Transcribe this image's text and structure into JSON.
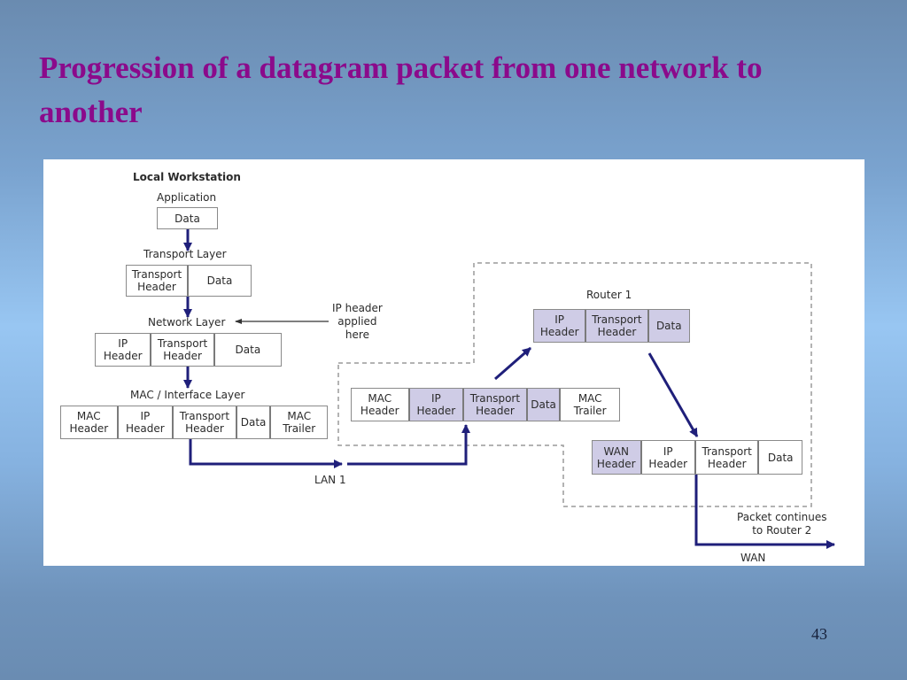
{
  "slide": {
    "title": "Progression of a datagram packet from one network to another",
    "page_number": "43"
  },
  "diagram": {
    "workstation_title": "Local Workstation",
    "colors": {
      "arrow": "#1f1f7a",
      "shaded_cell": "#cfcce6",
      "title": "#8b0a8b"
    },
    "layers": {
      "application": {
        "label": "Application",
        "cells": [
          {
            "text": "Data",
            "shaded": false
          }
        ]
      },
      "transport": {
        "label": "Transport Layer",
        "cells": [
          {
            "text": "Transport\nHeader",
            "shaded": false
          },
          {
            "text": "Data",
            "shaded": false
          }
        ]
      },
      "network": {
        "label": "Network Layer",
        "cells": [
          {
            "text": "IP\nHeader",
            "shaded": false
          },
          {
            "text": "Transport\nHeader",
            "shaded": false
          },
          {
            "text": "Data",
            "shaded": false
          }
        ]
      },
      "mac": {
        "label": "MAC / Interface Layer",
        "cells": [
          {
            "text": "MAC\nHeader",
            "shaded": false
          },
          {
            "text": "IP\nHeader",
            "shaded": false
          },
          {
            "text": "Transport\nHeader",
            "shaded": false
          },
          {
            "text": "Data",
            "shaded": false
          },
          {
            "text": "MAC\nTrailer",
            "shaded": false
          }
        ]
      }
    },
    "annotation": "IP header\napplied\nhere",
    "router_entry": {
      "cells": [
        {
          "text": "MAC\nHeader",
          "shaded": false
        },
        {
          "text": "IP\nHeader",
          "shaded": true
        },
        {
          "text": "Transport\nHeader",
          "shaded": true
        },
        {
          "text": "Data",
          "shaded": true
        },
        {
          "text": "MAC\nTrailer",
          "shaded": false
        }
      ]
    },
    "router": {
      "label": "Router 1",
      "cells": [
        {
          "text": "IP\nHeader",
          "shaded": true
        },
        {
          "text": "Transport\nHeader",
          "shaded": true
        },
        {
          "text": "Data",
          "shaded": true
        }
      ]
    },
    "wan_packet": {
      "cells": [
        {
          "text": "WAN\nHeader",
          "shaded": true
        },
        {
          "text": "IP\nHeader",
          "shaded": false
        },
        {
          "text": "Transport\nHeader",
          "shaded": false
        },
        {
          "text": "Data",
          "shaded": false
        }
      ]
    },
    "lan_label": "LAN 1",
    "wan_label": "WAN",
    "continues_label": "Packet continues\nto Router 2"
  }
}
